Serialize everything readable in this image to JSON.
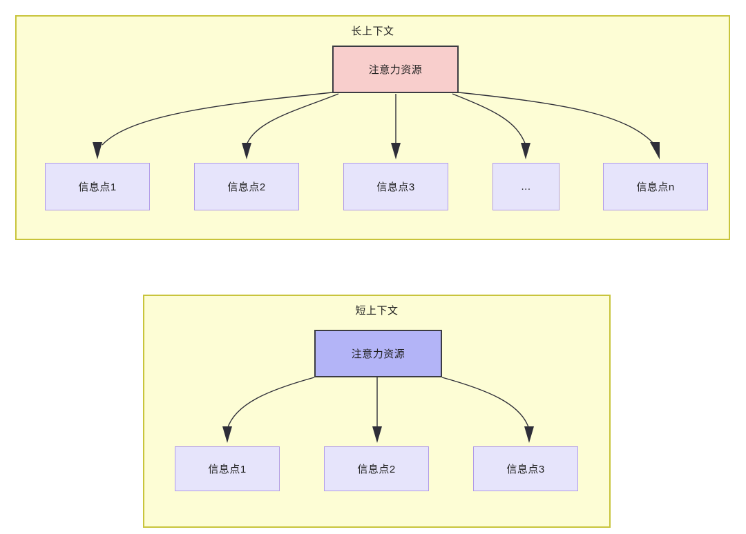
{
  "diagram": {
    "background_color": "#ffffff",
    "panel_fill": "#fdfdd5",
    "panel_border": "#c8c43c",
    "root_long_fill": "#f8cecc",
    "root_short_fill": "#b3b4f7",
    "leaf_fill": "#e6e4fb",
    "leaf_border": "#b09ae8",
    "edge_color": "#2e2e38",
    "sections": [
      {
        "id": "long-context",
        "title": "长上下文",
        "root": {
          "label": "注意力资源"
        },
        "leaves": [
          {
            "label": "信息点1"
          },
          {
            "label": "信息点2"
          },
          {
            "label": "信息点3"
          },
          {
            "label": "..."
          },
          {
            "label": "信息点n"
          }
        ]
      },
      {
        "id": "short-context",
        "title": "短上下文",
        "root": {
          "label": "注意力资源"
        },
        "leaves": [
          {
            "label": "信息点1"
          },
          {
            "label": "信息点2"
          },
          {
            "label": "信息点3"
          }
        ]
      }
    ]
  }
}
